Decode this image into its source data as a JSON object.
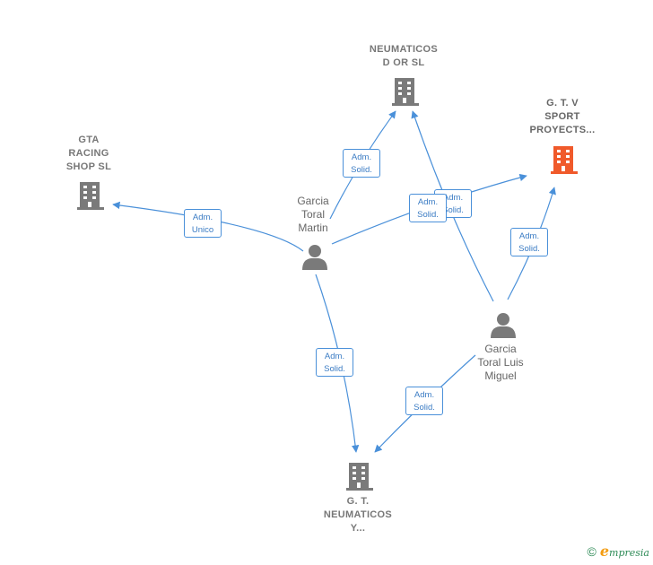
{
  "nodes": {
    "neumaticos_dor": {
      "lines": [
        "NEUMATICOS",
        "D OR SL"
      ]
    },
    "gtv_sport": {
      "lines": [
        "G.  T. V",
        "SPORT",
        "PROYECTS..."
      ]
    },
    "gta_racing": {
      "lines": [
        "GTA",
        "RACING",
        "SHOP  SL"
      ]
    },
    "garcia_martin": {
      "lines": [
        "Garcia",
        "Toral",
        "Martin"
      ]
    },
    "garcia_luis": {
      "lines": [
        "Garcia",
        "Toral Luis",
        "Miguel"
      ]
    },
    "gt_neumaticos": {
      "lines": [
        "G.  T.",
        "NEUMATICOS",
        "Y..."
      ]
    }
  },
  "edges": {
    "martin_neumaticos": [
      "Adm.",
      "Solid."
    ],
    "martin_gta": [
      "Adm.",
      "Unico"
    ],
    "martin_gtv": [
      "Adm.",
      "Solid."
    ],
    "luis_neumaticos": [
      "Adm.",
      "Solid."
    ],
    "luis_gtv": [
      "Adm.",
      "Solid."
    ],
    "martin_gtneum": [
      "Adm.",
      "Solid."
    ],
    "luis_gtneum": [
      "Adm.",
      "Solid."
    ]
  },
  "colors": {
    "edge": "#4a90d9",
    "company": "#7a7a7a",
    "focus_company": "#f05a2b",
    "person": "#7a7a7a"
  },
  "footer": {
    "copyright_symbol": "©",
    "brand_initial": "e",
    "brand_rest": "mpresia"
  }
}
